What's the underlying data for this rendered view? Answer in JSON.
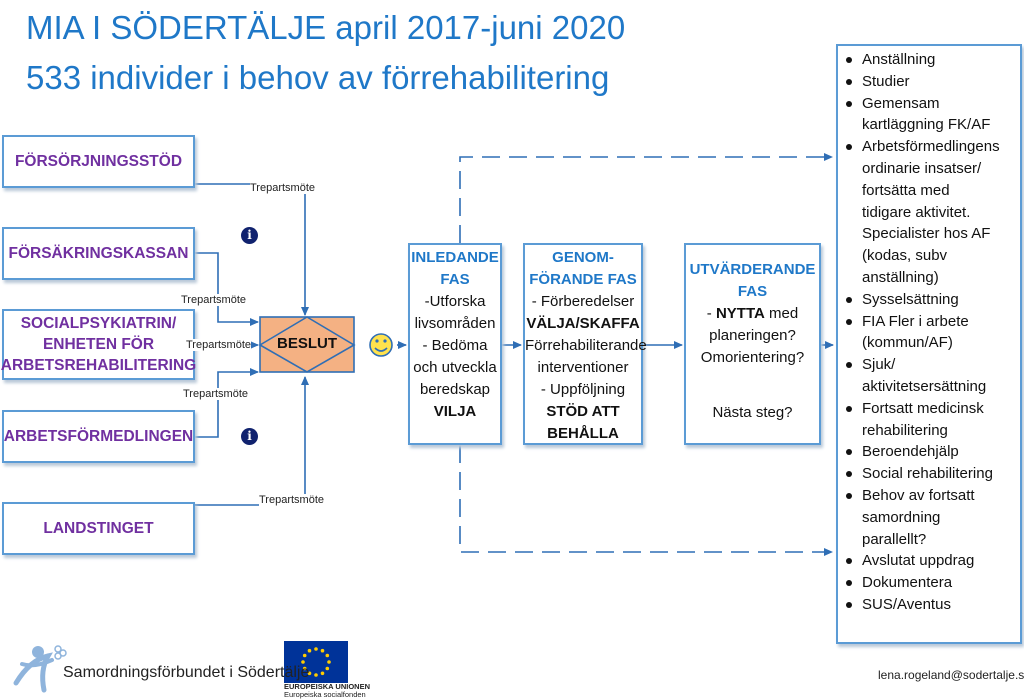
{
  "title_line1": "MIA I SÖDERTÄLJE april 2017-juni 2020",
  "title_line2": "533 individer i behov av förrehabilitering",
  "sources": [
    {
      "lines": [
        "FÖRSÖRJNINGSSTÖD"
      ]
    },
    {
      "lines": [
        "FÖRSÄKRINGSKASSAN"
      ]
    },
    {
      "lines": [
        "SOCIALPSYKIATRIN/",
        "ENHETEN FÖR",
        "ARBETSREHABILITERING"
      ]
    },
    {
      "lines": [
        "ARBETSFÖRMEDLINGEN"
      ]
    },
    {
      "lines": [
        "LANDSTINGET"
      ]
    }
  ],
  "meeting_label": "Trepartsmöte",
  "info_glyph": "i",
  "decision_label": "BESLUT",
  "smiley_icon": "smiley-face-icon",
  "phases": {
    "inledande": {
      "heading": [
        "INLEDANDE",
        "FAS"
      ],
      "lines": [
        "-Utforska",
        "livsområden",
        "- Bedöma",
        "och utveckla",
        "beredskap"
      ],
      "bold": "VILJA"
    },
    "genomforande": {
      "heading": [
        "GENOM-",
        "FÖRANDE FAS"
      ],
      "line1": "- Förberedelser",
      "bold1": "VÄLJA/SKAFFA",
      "line2": "Förrehabiliterande",
      "line3": "interventioner",
      "line4": "- Uppföljning",
      "bold2a": "STÖD ATT",
      "bold2b": "BEHÅLLA"
    },
    "utvarderande": {
      "heading": [
        "UTVÄRDERANDE",
        "FAS"
      ],
      "dash": "- ",
      "bold": "NYTTA",
      "after_bold": " med",
      "lines": [
        "planeringen?",
        "Omorientering?"
      ],
      "next": "Nästa steg?"
    }
  },
  "outcomes": [
    [
      "Anställning"
    ],
    [
      "Studier"
    ],
    [
      "Gemensam",
      "kartläggning FK/AF"
    ],
    [
      "Arbetsförmedlingens",
      "ordinarie insatser/",
      "fortsätta med",
      "tidigare aktivitet.",
      "Specialister hos AF",
      "(kodas, subv",
      "anställning)"
    ],
    [
      "Sysselsättning"
    ],
    [
      "FIA Fler i arbete",
      "(kommun/AF)"
    ],
    [
      "Sjuk/",
      "aktivitetsersättning"
    ],
    [
      "Fortsatt medicinsk",
      "rehabilitering"
    ],
    [
      "Beroendehjälp"
    ],
    [
      "Social rehabilitering"
    ],
    [
      "Behov av fortsatt",
      "samordning",
      "parallellt?"
    ],
    [
      "Avslutat uppdrag"
    ],
    [
      "Dokumentera"
    ],
    [
      "SUS/Aventus"
    ]
  ],
  "footer": {
    "org_name": "Samordningsförbundet i Södertälje",
    "eu_line1": "EUROPEISKA UNIONEN",
    "eu_line2": "Europeiska socialfonden",
    "email": "lena.rogeland@sodertalje.se"
  },
  "colors": {
    "title": "#1f78c8",
    "source_text": "#7030a0",
    "border": "#5b9bd5",
    "decision_fill": "#f4b183",
    "smiley": "#ffe24d",
    "eu_blue": "#003399",
    "eu_star": "#ffcc00"
  }
}
